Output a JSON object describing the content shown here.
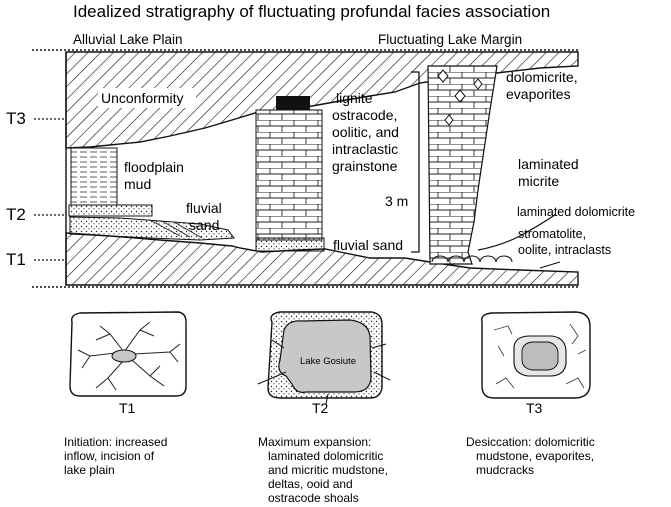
{
  "title": "Idealized stratigraphy of  fluctuating profundal facies association",
  "headers": {
    "left": "Alluvial Lake Plain",
    "right": "Fluctuating Lake Margin"
  },
  "time_markers": {
    "t3": "T3",
    "t2": "T2",
    "t1": "T1"
  },
  "section_labels": {
    "unconformity": "Unconformity",
    "floodplain_1": "floodplain",
    "floodplain_2": "mud",
    "fluvial_1": "fluvial",
    "fluvial_2": "sand",
    "lignite": "lignite",
    "grainstone_1": "ostracode,",
    "grainstone_2": "oolitic, and",
    "grainstone_3": "intraclastic",
    "grainstone_4": "grainstone",
    "thickness": "3 m",
    "fluvial_sand": "fluvial sand",
    "dolomicrite_1": "dolomicrite,",
    "dolomicrite_2": "evaporites",
    "laminated_micrite_1": "laminated",
    "laminated_micrite_2": "micrite",
    "laminated_dolomicrite": "laminated dolomicrite",
    "stromatolite_1": "stromatolite,",
    "stromatolite_2": "oolite, intraclasts"
  },
  "maps": [
    {
      "label": "T1",
      "caption": [
        "Initiation: increased",
        "inflow, incision of",
        "lake plain"
      ]
    },
    {
      "label": "T2",
      "lake_name": "Lake Gosiute",
      "caption": [
        "Maximum expansion:",
        "laminated dolomicritic",
        "and micritic mudstone,",
        "deltas, ooid and",
        "ostracode shoals"
      ]
    },
    {
      "label": "T3",
      "caption": [
        "Desiccation: dolomicritic",
        "mudstone, evaporites,",
        "mudcracks"
      ]
    }
  ],
  "colors": {
    "ink": "#111111",
    "lake_fill": "#c8c8c8",
    "hatch": "#111111"
  }
}
